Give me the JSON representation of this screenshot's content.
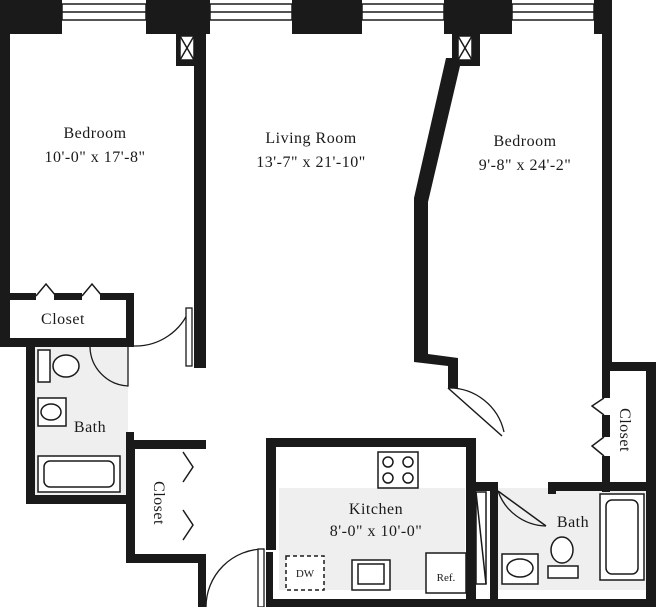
{
  "plan": {
    "rooms": {
      "bedroom_left": {
        "name": "Bedroom",
        "dims": "10'-0\" x 17'-8\""
      },
      "living_room": {
        "name": "Living Room",
        "dims": "13'-7\" x 21'-10\""
      },
      "bedroom_right": {
        "name": "Bedroom",
        "dims": "9'-8\" x 24'-2\""
      },
      "kitchen": {
        "name": "Kitchen",
        "dims": "8'-0\" x 10'-0\""
      },
      "closet_top": {
        "name": "Closet"
      },
      "closet_mid": {
        "name": "Closet"
      },
      "closet_right": {
        "name": "Closet"
      },
      "bath_left": {
        "name": "Bath"
      },
      "bath_right": {
        "name": "Bath"
      }
    },
    "appliances": {
      "dishwasher": "DW",
      "refrigerator": "Ref."
    },
    "colors": {
      "wall": "#1a1a1a",
      "tint": "#efefef",
      "background": "#ffffff"
    }
  }
}
